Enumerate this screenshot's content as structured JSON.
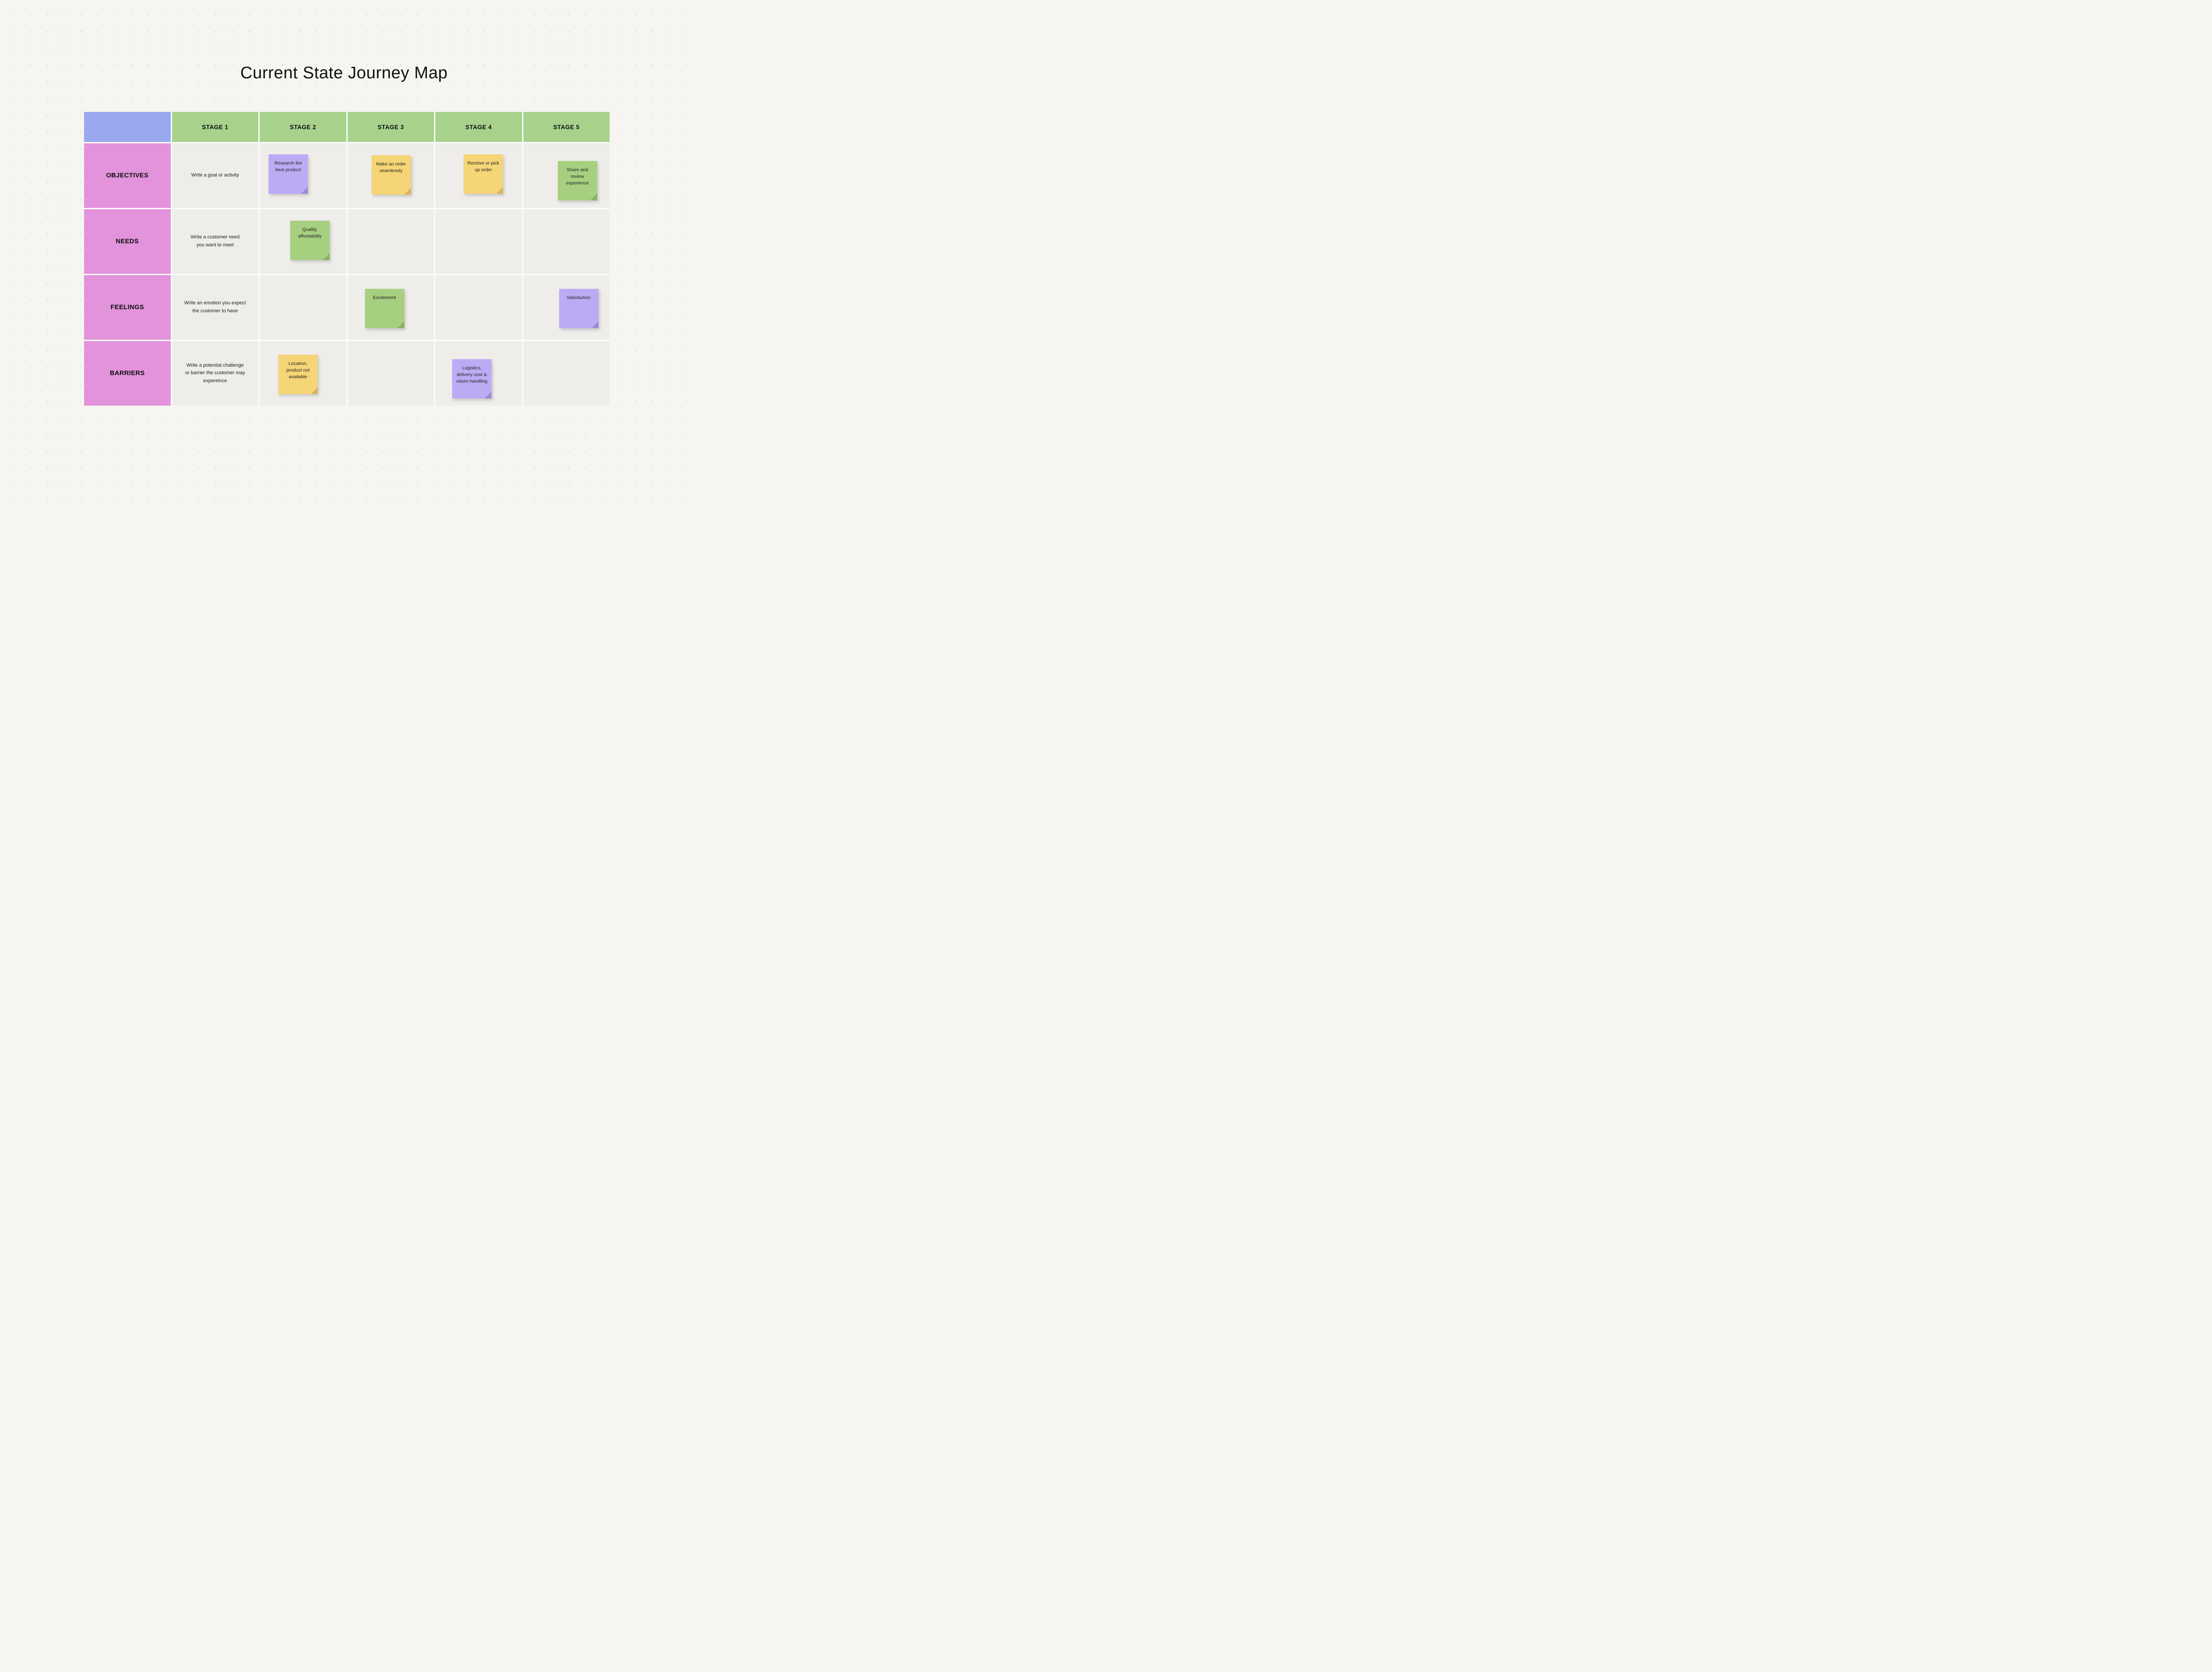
{
  "title": "Current State Journey Map",
  "table": {
    "stages": [
      "STAGE 1",
      "STAGE 2",
      "STAGE 3",
      "STAGE 4",
      "STAGE 5"
    ],
    "rows": [
      {
        "label": "OBJECTIVES",
        "instruction": "Write a goal or activity"
      },
      {
        "label": "NEEDS",
        "instruction": "Write a customer need\nyou want to meet"
      },
      {
        "label": "FEELINGS",
        "instruction": "Write an emotion you expect\nthe customer to have"
      },
      {
        "label": "BARRIERS",
        "instruction": "Write a potential challenge\nor barrier the customer may\nexpereince"
      }
    ]
  },
  "notes": {
    "objectives_stage2": {
      "text": "Research the\nbest product",
      "color": "purple"
    },
    "objectives_stage3": {
      "text": "Make an order\nseamlessly",
      "color": "yellow"
    },
    "objectives_stage4": {
      "text": "Receive or pick\nup order",
      "color": "yellow"
    },
    "objectives_stage5": {
      "text": "Share and\nreview\nexperience",
      "color": "green"
    },
    "needs_stage2": {
      "text": "Quality,\naffordability",
      "color": "green"
    },
    "feelings_stage3": {
      "text": "Excitement",
      "color": "green"
    },
    "feelings_stage5": {
      "text": "Satisfaction",
      "color": "purple"
    },
    "barriers_stage2": {
      "text": "Location,\nproduct not\navailable",
      "color": "yellow"
    },
    "barriers_stage4": {
      "text": "Logistics,\ndelivery cost &\nreturn handling",
      "color": "purple"
    }
  },
  "colors": {
    "background": "#f6f5f2",
    "corner_blue": "#9aa8f0",
    "stage_green": "#a8d28c",
    "row_pink": "#e293db",
    "cell_gray": "#eeedea",
    "note_purple": "#bcabf4",
    "note_yellow": "#f6d577",
    "note_green": "#a7cf80"
  }
}
